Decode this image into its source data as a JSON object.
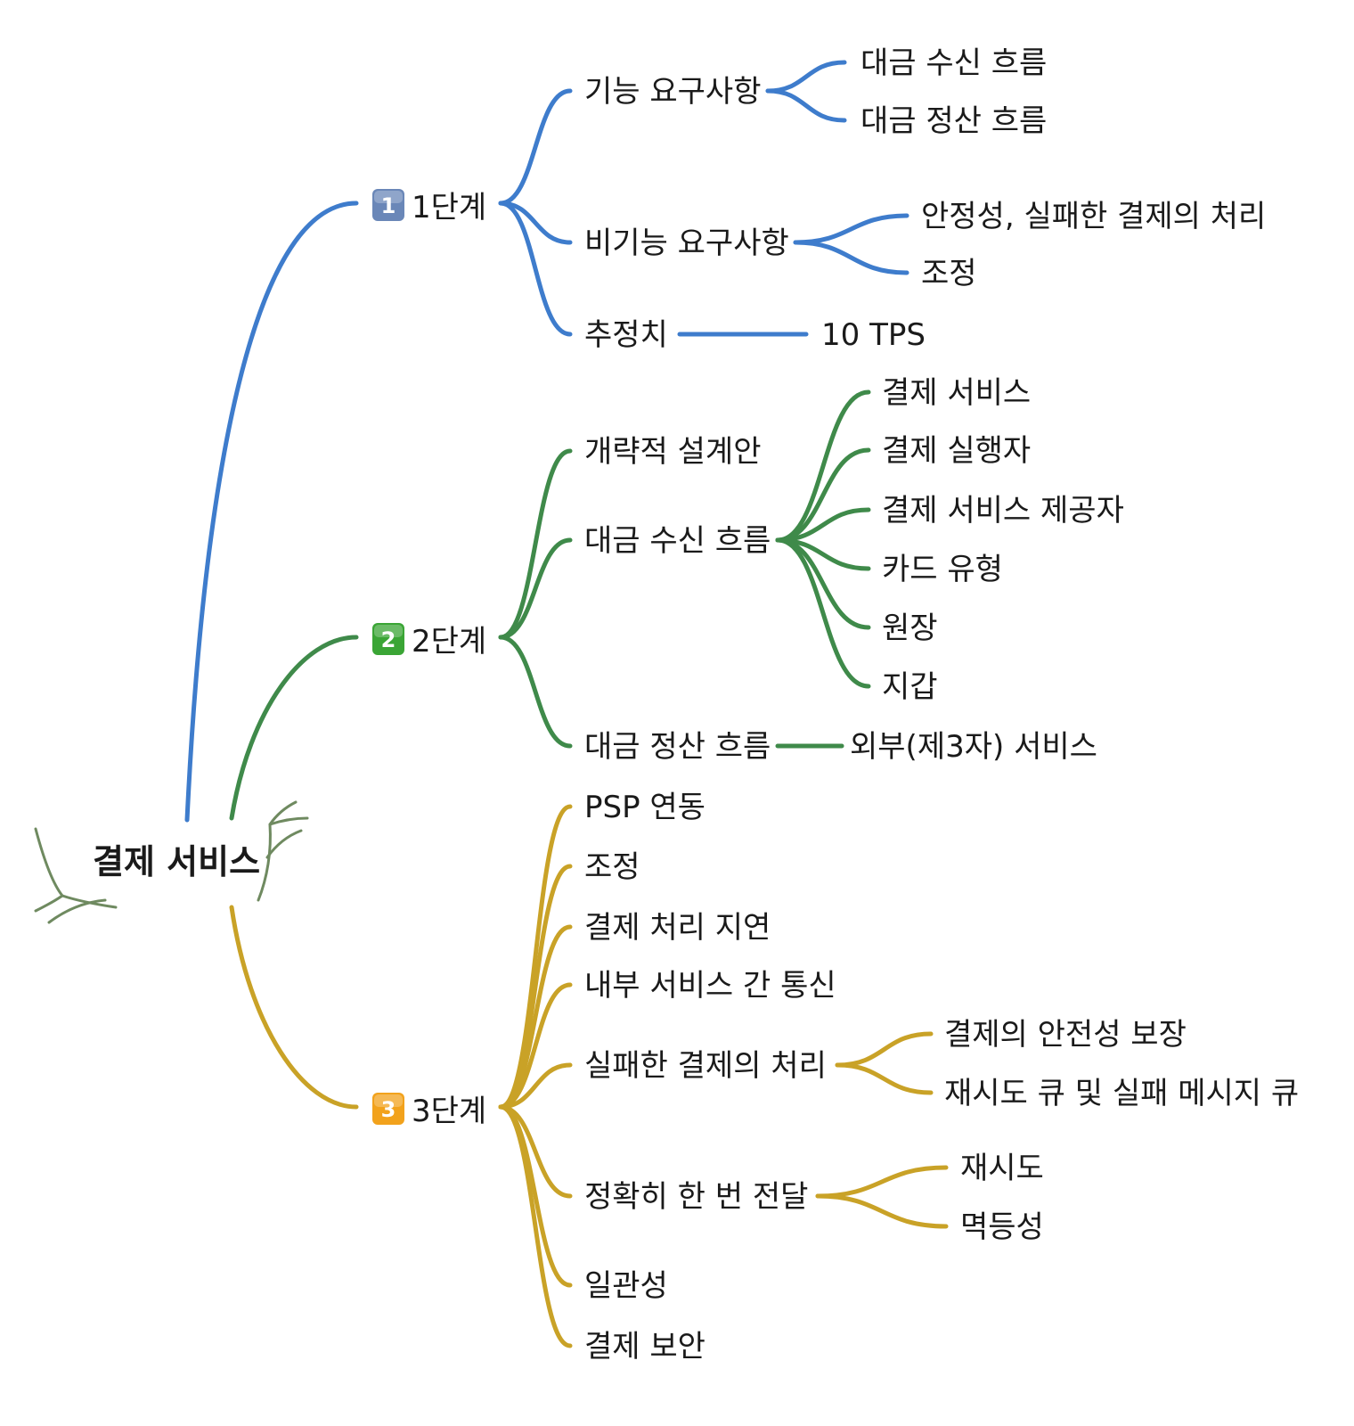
{
  "root": {
    "label": "결제 서비스"
  },
  "colors": {
    "stage1": "#3e7ccc",
    "stage2": "#3f8a4a",
    "stage3": "#c9a227",
    "badge1": "#6a87b8",
    "badge2": "#3aa535",
    "badge3": "#f2a21c",
    "text": "#1a1a1a",
    "root_decoration": "#6f8a60"
  },
  "stages": [
    {
      "id": "stage-1",
      "badge": "1",
      "label": "1단계",
      "children": [
        {
          "label": "기능 요구사항",
          "children": [
            "대금 수신 흐름",
            "대금 정산 흐름"
          ]
        },
        {
          "label": "비기능 요구사항",
          "children": [
            "안정성, 실패한 결제의 처리",
            "조정"
          ]
        },
        {
          "label": "추정치",
          "children": [
            "10 TPS"
          ]
        }
      ]
    },
    {
      "id": "stage-2",
      "badge": "2",
      "label": "2단계",
      "children": [
        {
          "label": "개략적 설계안",
          "children": []
        },
        {
          "label": "대금 수신 흐름",
          "children": [
            "결제 서비스",
            "결제 실행자",
            "결제 서비스 제공자",
            "카드 유형",
            "원장",
            "지갑"
          ]
        },
        {
          "label": "대금 정산 흐름",
          "children": [
            "외부(제3자) 서비스"
          ]
        }
      ]
    },
    {
      "id": "stage-3",
      "badge": "3",
      "label": "3단계",
      "children": [
        {
          "label": "PSP 연동",
          "children": []
        },
        {
          "label": "조정",
          "children": []
        },
        {
          "label": "결제 처리 지연",
          "children": []
        },
        {
          "label": "내부 서비스 간 통신",
          "children": []
        },
        {
          "label": "실패한 결제의 처리",
          "children": [
            "결제의 안전성 보장",
            "재시도 큐 및 실패 메시지 큐"
          ]
        },
        {
          "label": "정확히 한 번 전달",
          "children": [
            "재시도",
            "멱등성"
          ]
        },
        {
          "label": "일관성",
          "children": []
        },
        {
          "label": "결제 보안",
          "children": []
        }
      ]
    }
  ]
}
